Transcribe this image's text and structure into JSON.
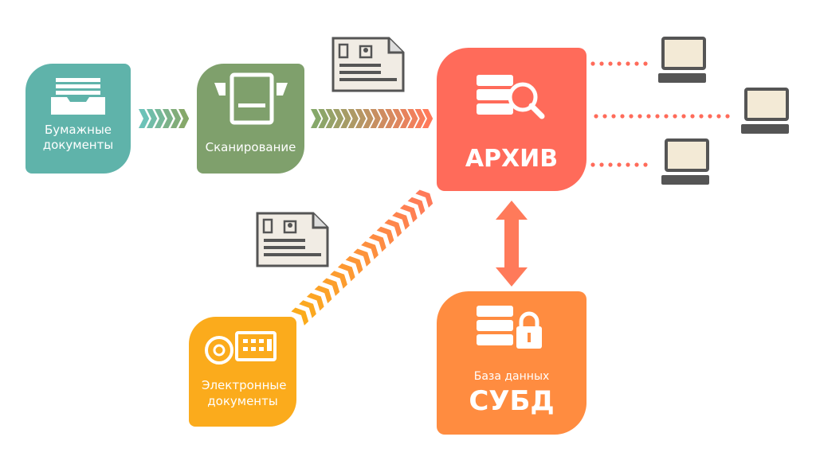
{
  "nodes": {
    "paper": {
      "label": "Бумажные документы",
      "color": "#5fb3aa"
    },
    "scan": {
      "label": "Сканирование",
      "color": "#7fa06c"
    },
    "archive": {
      "label": "АРХИВ",
      "color": "#ff6b5a"
    },
    "db": {
      "subtitle": "База данных",
      "label": "СУБД",
      "color": "#ff8c40"
    },
    "electronic": {
      "label": "Электронные документы",
      "color": "#fbab1c"
    }
  },
  "colors": {
    "chevron_teal": "#6cc2b8",
    "chevron_green": "#86a86a",
    "chevron_orange": "#ff7a5a",
    "dots": "#ff6b5a",
    "computer": "#555555",
    "computer_screen": "#f3ead6",
    "doc_paper": "#f1ece4",
    "doc_outline": "#555555"
  },
  "icons": {
    "paper": "paper-tray-icon",
    "scan": "scanner-icon",
    "archive": "database-search-icon",
    "db": "database-lock-icon",
    "electronic": "disc-and-keyboard-icon",
    "doc": "document-icon",
    "computer": "computer-icon"
  }
}
